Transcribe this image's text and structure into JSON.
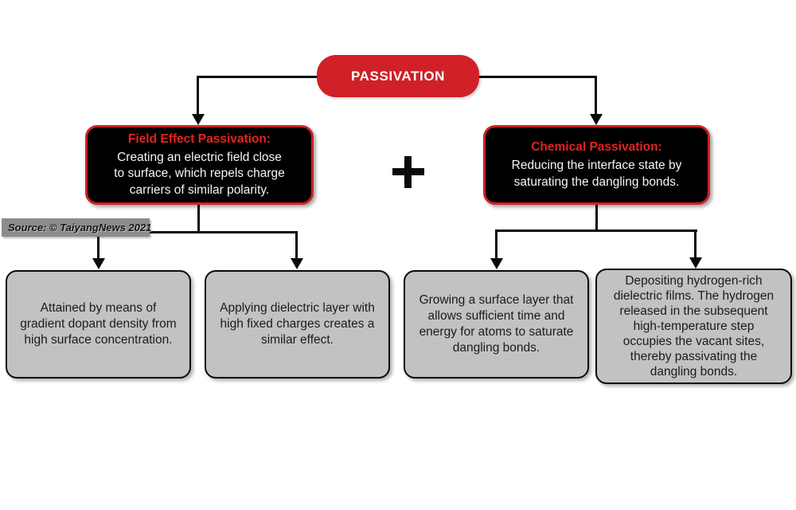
{
  "diagram": {
    "root": {
      "label": "PASSIVATION"
    },
    "plus": "+",
    "branches": [
      {
        "title": "Field Effect Passivation:",
        "body": "Creating an electric field close\nto surface, which repels charge\ncarriers of similar polarity."
      },
      {
        "title": "Chemical Passivation:",
        "body": "Reducing the interface state by\nsaturating the dangling bonds."
      }
    ],
    "leaves": [
      {
        "text": "Attained by means of\ngradient dopant density from\nhigh surface concentration."
      },
      {
        "text": "Applying dielectric layer with\nhigh fixed charges creates a\nsimilar effect."
      },
      {
        "text": "Growing a surface layer that\nallows sufficient time and\nenergy for atoms to saturate\ndangling bonds."
      },
      {
        "text": "Depositing hydrogen-rich\ndielectric films. The hydrogen\nreleased in the subsequent\nhigh-temperature step\noccupies the vacant sites,\nthereby passivating the\ndangling bonds."
      }
    ],
    "source": {
      "label": "Source: © TaiyangNews 2021"
    },
    "colors": {
      "accent_red": "#cf2127",
      "title_red": "#e52320",
      "node_black": "#000000",
      "leaf_gray": "#c2c2c2",
      "source_gray": "#8c8c8c",
      "line_black": "#0a0a0a"
    }
  }
}
